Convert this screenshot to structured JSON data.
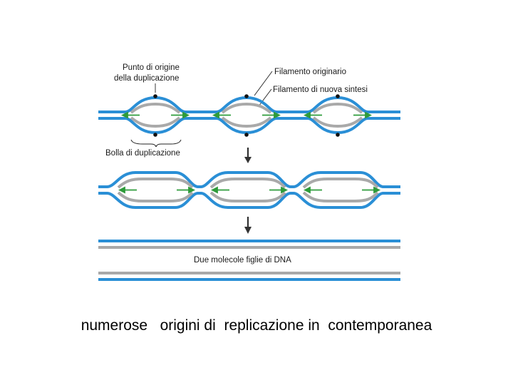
{
  "labels": {
    "origin_line1": "Punto di origine",
    "origin_line2": "della duplicazione",
    "original_strand": "Filamento originario",
    "new_strand": "Filamento di nuova sintesi",
    "bubble": "Bolla di duplicazione",
    "daughters": "Due molecole figlie di DNA"
  },
  "caption": "numerose   origini di  replicazione in  contemporanea",
  "colors": {
    "original_strand": "#2a8fd6",
    "new_strand": "#a9a9a9",
    "fork_arrow": "#2e9b3a",
    "origin_dot": "#111111",
    "step_arrow": "#333333"
  }
}
